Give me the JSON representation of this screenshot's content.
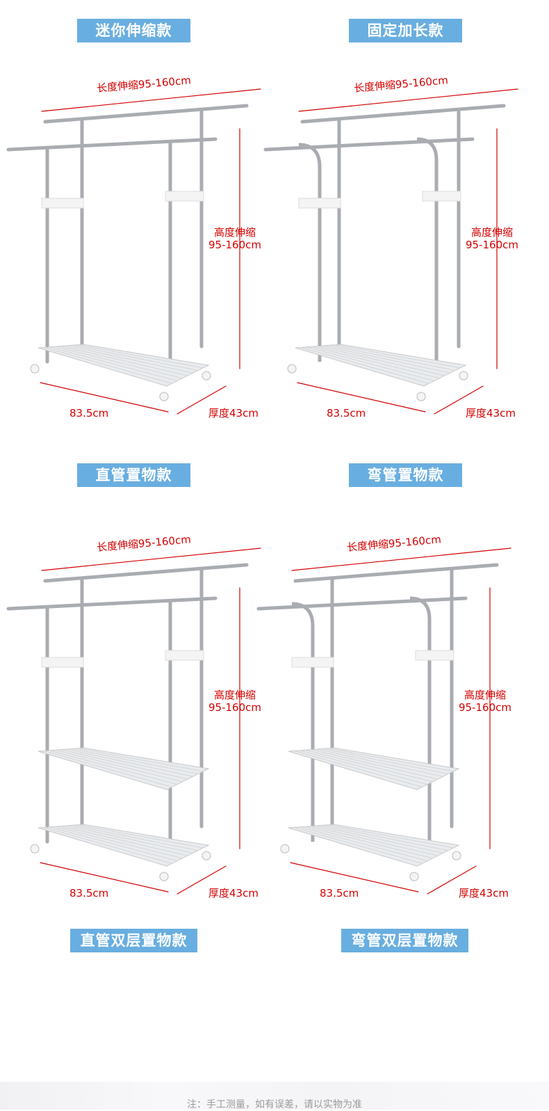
{
  "labels": [
    "迷你伸缩款",
    "固定加长款",
    "直管置物款",
    "弯管置物款",
    "直管双层置物款",
    "弯管双层置物款"
  ],
  "dimensions": {
    "length": "长度伸缩95-160cm",
    "height_line1": "高度伸缩",
    "height_line2": "95-160cm",
    "width": "83.5cm",
    "depth": "厚度43cm"
  },
  "racks": [
    {
      "name": "mini-telescopic",
      "curved": false,
      "shelves": 1
    },
    {
      "name": "fixed-extended",
      "curved": true,
      "shelves": 1
    },
    {
      "name": "straight-storage",
      "curved": false,
      "shelves": 2
    },
    {
      "name": "curved-storage",
      "curved": true,
      "shelves": 2
    }
  ],
  "colors": {
    "label_bg": "#69aee0",
    "dimension": "#d40000",
    "pipe": "#a9acb1",
    "plastic": "#f4f4f4"
  },
  "note": "注：手工测量，如有误差，请以实物为准"
}
